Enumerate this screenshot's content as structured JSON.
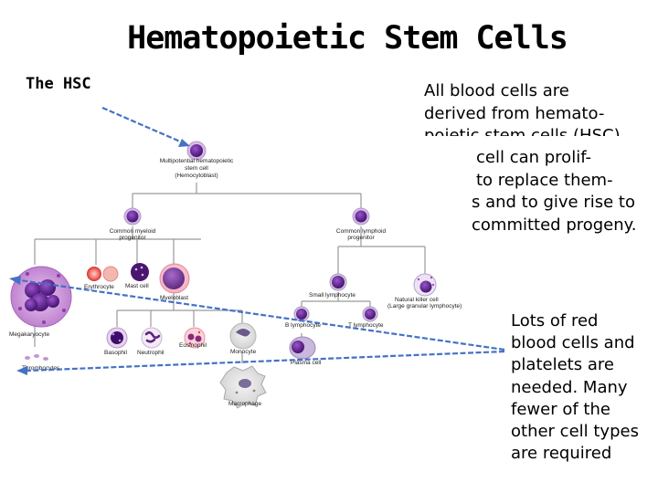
{
  "slide": {
    "title": "Hematopoietic Stem Cells",
    "hsc_label": "The HSC",
    "description_lines": [
      "All blood cells are",
      "derived from hemato-",
      "poietic stem cells (HSC).",
      "cell can prolif-",
      "to replace them-",
      "s and to give rise to",
      "committed progeny."
    ],
    "note_lines": [
      "Lots of red",
      "blood cells and",
      "platelets are",
      "needed. Many",
      "fewer of the",
      "other cell types",
      "are required"
    ],
    "accent_color": "#4472c4"
  },
  "diagram": {
    "hsc": [
      "Multipotential hematopoietic",
      "stem cell",
      "(Hemocytoblast)"
    ],
    "myeloid_progenitor": [
      "Common myeloid",
      "progenitor"
    ],
    "lymphoid_progenitor": [
      "Common lymphoid",
      "progenitor"
    ],
    "megakaryocyte": "Megakaryocyte",
    "thrombocytes": "Thrombocytes",
    "erythrocyte": "Erythrocyte",
    "mast_cell": "Mast cell",
    "myeloblast": "Myeloblast",
    "basophil": "Basophil",
    "neutrophil": "Neutrophil",
    "eosinophil": "Eosinophil",
    "monocyte": "Monocyte",
    "macrophage": "Macrophage",
    "small_lymphocyte": "Small lymphocyte",
    "b_lymphocyte": "B lymphocyte",
    "t_lymphocyte": "T lymphocyte",
    "plasma_cell": "Plasma cell",
    "nk_cell": [
      "Natural killer cell",
      "(Large granular lymphocyte)"
    ]
  }
}
